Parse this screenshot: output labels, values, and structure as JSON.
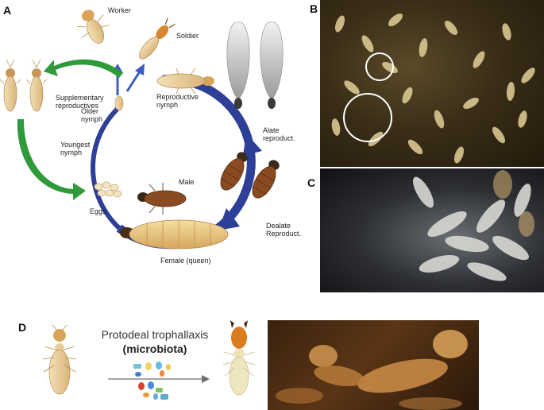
{
  "panelA": {
    "letter": "A",
    "labels": {
      "worker": "Worker",
      "soldier": "Soldier",
      "supplementary": "Supplementary\nreproductives",
      "repro_nymph": "Reproductive\nnymph",
      "older_nymph": "Older\nnymph",
      "youngest_nymph": "Youngest\nnymph",
      "alate": "Alate\nreproduct.",
      "eggs": "Eggs",
      "male": "Male",
      "dealate": "Dealate\nReproduct.",
      "queen": "Female (queen)"
    },
    "colors": {
      "cycle_arrow": "#2d3f96",
      "green_arrow": "#2f9a3a",
      "small_arrow": "#3a5cc2"
    }
  },
  "panelB": {
    "letter": "B"
  },
  "panelC": {
    "letter": "C"
  },
  "panelD": {
    "letter": "D",
    "title": "Protodeal trophallaxis",
    "subtitle": "(microbiota)"
  }
}
